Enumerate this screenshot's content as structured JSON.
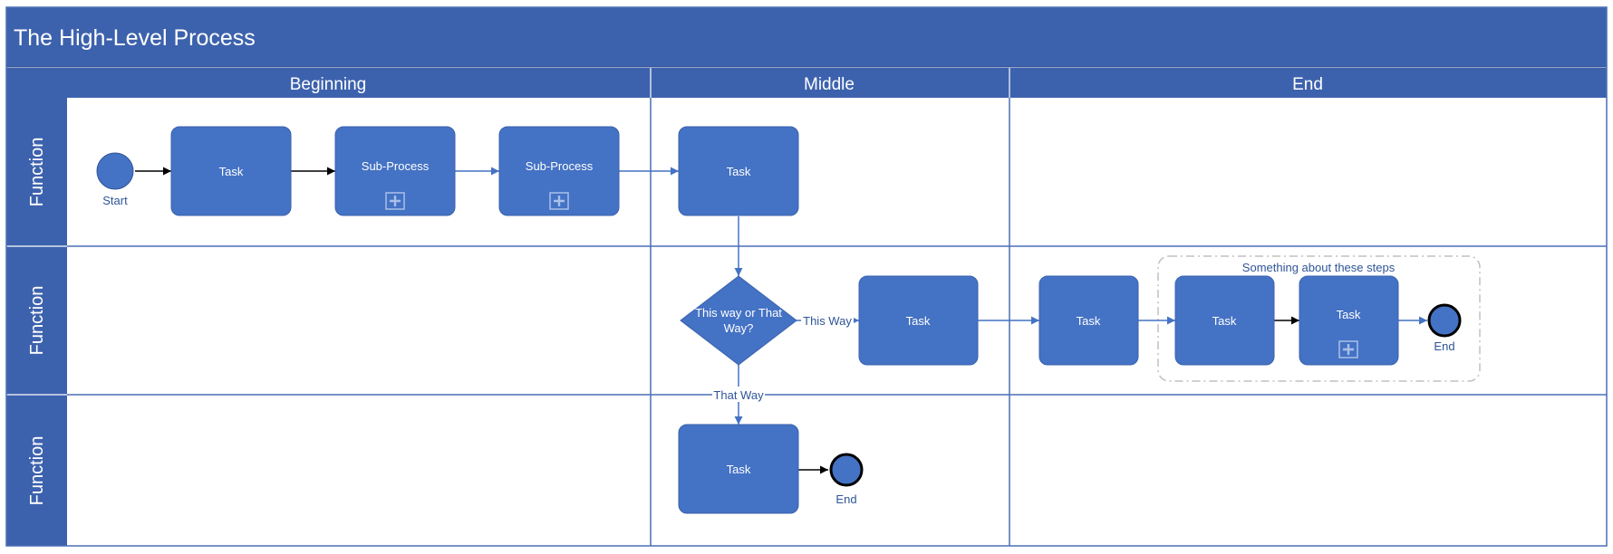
{
  "title": "The High-Level Process",
  "columns": [
    "Beginning",
    "Middle",
    "End"
  ],
  "lanes": [
    "Function",
    "Function",
    "Function"
  ],
  "nodes": {
    "start_label": "Start",
    "task1": "Task",
    "subprocess1": "Sub-Process",
    "subprocess2": "Sub-Process",
    "task2": "Task",
    "decision": [
      "This way or That",
      "Way?"
    ],
    "task3": "Task",
    "task4": "Task",
    "task5": "Task",
    "task6": "Task",
    "end_label_lane2": "End",
    "task7": "Task",
    "end_label_lane3": "End"
  },
  "edge_labels": {
    "this_way": "This Way",
    "that_way": "That Way"
  },
  "group_label": "Something about these steps",
  "colors": {
    "header_fill": "#3d62ad",
    "node_fill": "#4472c4",
    "line": "#3b5ea8",
    "grid": "#4a6fb5",
    "text_blue": "#2f5597",
    "plus_icon": "#a9c0e8",
    "group_border": "#c0c0c0"
  }
}
